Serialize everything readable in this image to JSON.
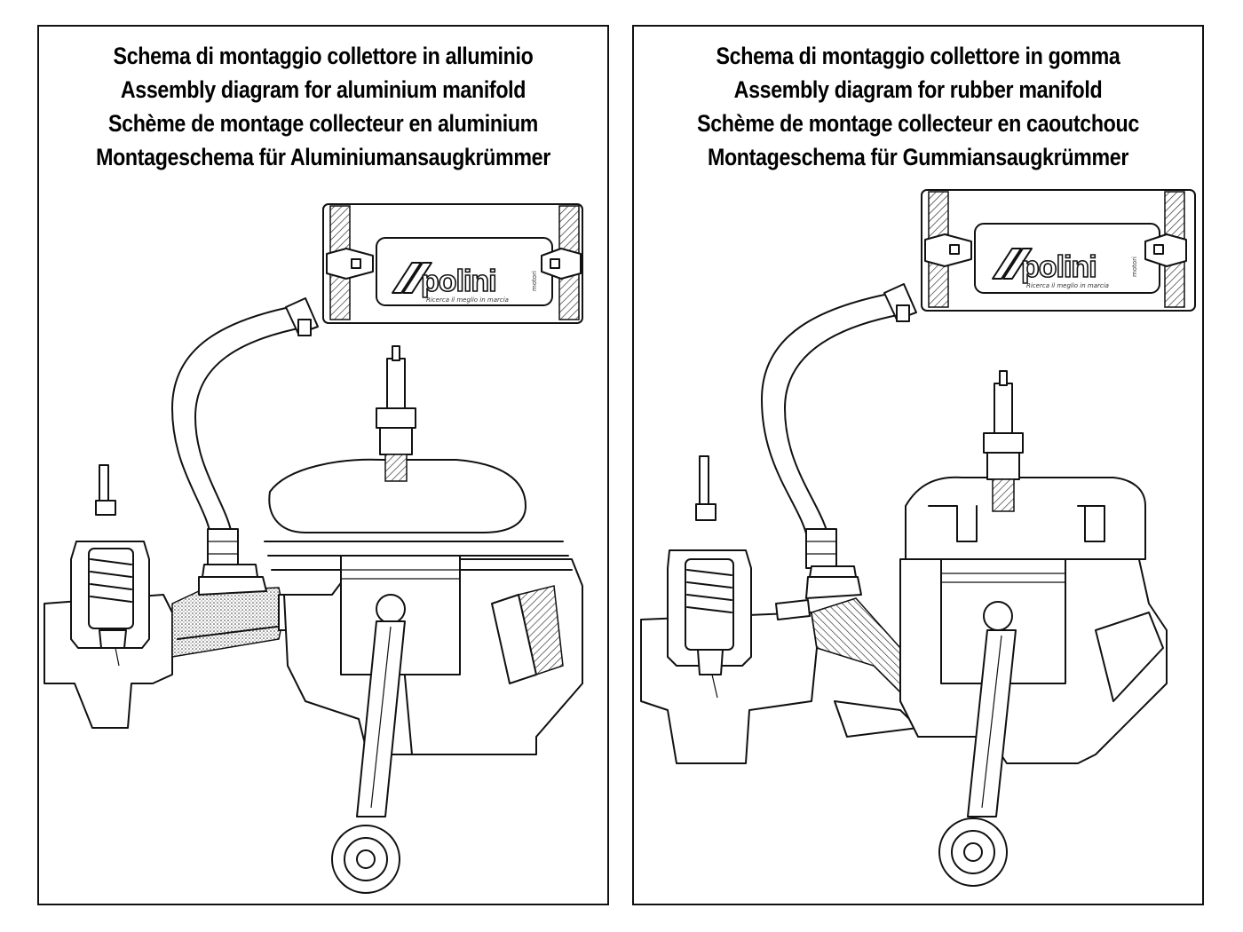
{
  "panels": [
    {
      "titles": [
        "Schema di montaggio collettore in alluminio",
        "Assembly diagram for aluminium manifold",
        "Schème de montage collecteur en aluminium",
        "Montageschema für Aluminiumansaugkrümmer"
      ],
      "logo": {
        "brand": "polini",
        "vertical": "motori",
        "tagline": "Ricerca il meglio in marcia"
      }
    },
    {
      "titles": [
        "Schema di montaggio collettore in gomma",
        "Assembly diagram for rubber manifold",
        "Schème de montage collecteur en caoutchouc",
        "Montageschema für Gummiansaugkrümmer"
      ],
      "logo": {
        "brand": "polini",
        "vertical": "motori",
        "tagline": "Ricerca il meglio in marcia"
      }
    }
  ]
}
